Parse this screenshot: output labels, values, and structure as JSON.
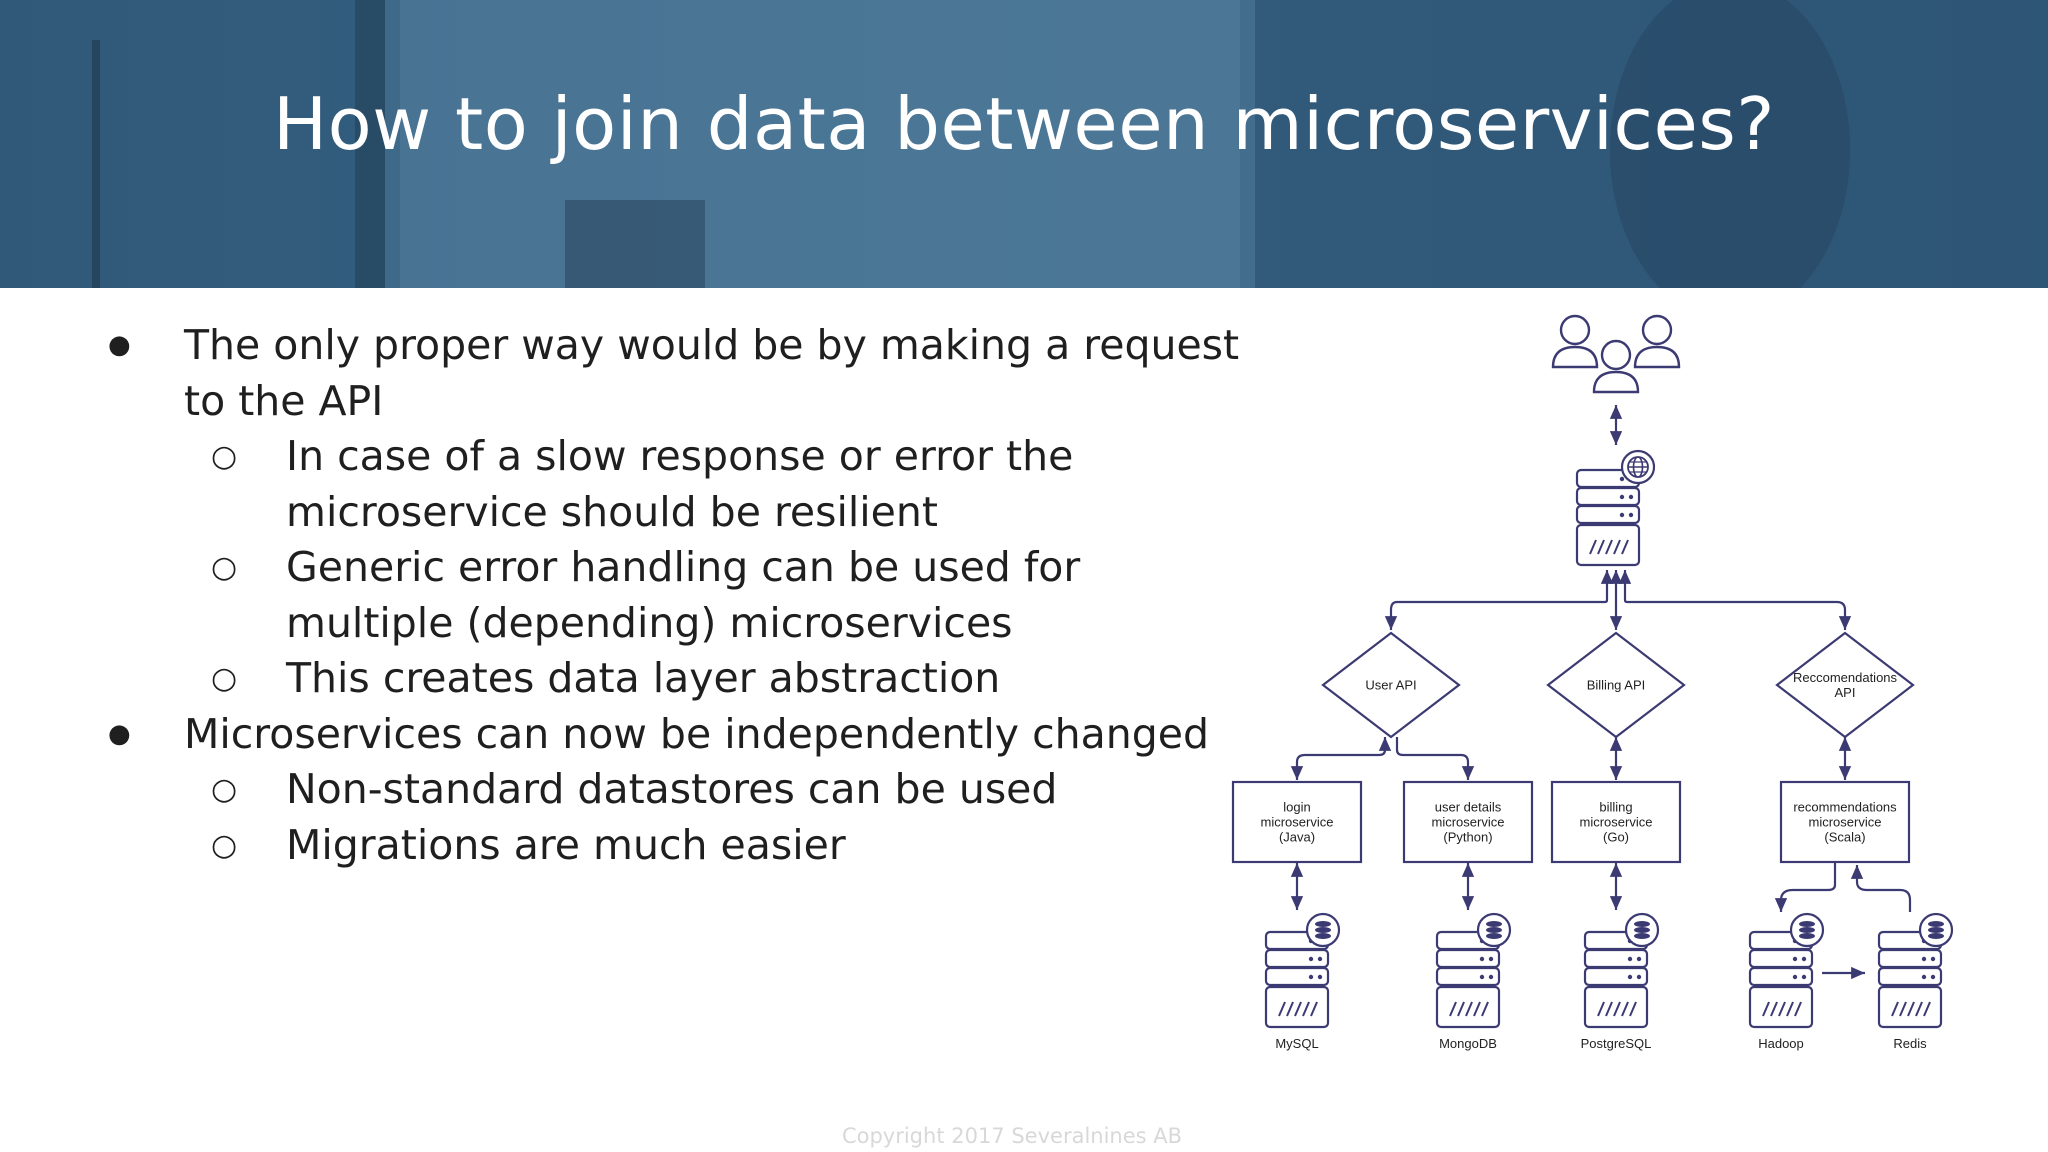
{
  "slide": {
    "title": "How to join data between microservices?",
    "bullets": [
      {
        "level": 1,
        "text": "The only proper way would be by making a request to the API"
      },
      {
        "level": 2,
        "text": "In case of a slow response or error the microservice should be resilient"
      },
      {
        "level": 2,
        "text": "Generic error handling can be used for multiple (depending) microservices"
      },
      {
        "level": 2,
        "text": "This creates data layer abstraction"
      },
      {
        "level": 1,
        "text": "Microservices can now be independently changed"
      },
      {
        "level": 2,
        "text": "Non-standard datastores can be used"
      },
      {
        "level": 2,
        "text": "Migrations are much easier"
      }
    ],
    "footer": "Copyright 2017 Severalnines AB"
  },
  "diagram": {
    "apis": [
      {
        "label": [
          "User API"
        ]
      },
      {
        "label": [
          "Billing API"
        ]
      },
      {
        "label": [
          "Reccomendations",
          "API"
        ]
      }
    ],
    "services": [
      {
        "label": [
          "login",
          "microservice",
          "(Java)"
        ]
      },
      {
        "label": [
          "user details",
          "microservice",
          "(Python)"
        ]
      },
      {
        "label": [
          "billing",
          "microservice",
          "(Go)"
        ]
      },
      {
        "label": [
          "recommendations",
          "microservice",
          "(Scala)"
        ]
      }
    ],
    "datastores": [
      "MySQL",
      "MongoDB",
      "PostgreSQL",
      "Hadoop",
      "Redis"
    ]
  },
  "colors": {
    "header": "#2f5577",
    "diagram_stroke": "#3c3a72",
    "diagram_fill": "#ffffff",
    "text": "#1f1f1f",
    "footer": "#d8d8d8"
  }
}
